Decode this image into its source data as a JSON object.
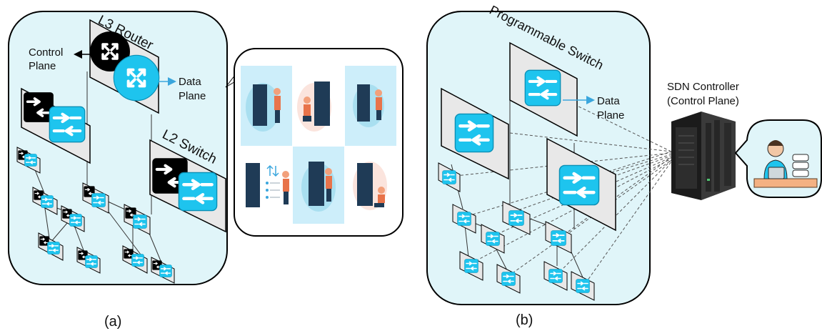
{
  "panel_a": {
    "router_label": "L3 Router",
    "switch_label": "L2 Switch",
    "control_plane_line1": "Control",
    "control_plane_line2": "Plane",
    "data_plane_line1": "Data",
    "data_plane_line2": "Plane",
    "caption": "(a)"
  },
  "panel_b": {
    "switch_label": "Programmable Switch",
    "data_plane_line1": "Data",
    "data_plane_line2": "Plane",
    "controller_line1": "SDN Controller",
    "controller_line2": "(Control Plane)",
    "caption": "(b)"
  },
  "colors": {
    "panel_fill": "#e0f5f9",
    "cyan": "#1ec4ee",
    "card_fill": "#e8e8e8",
    "callout_fill": "#dff4fa",
    "server_dark": "#2a2a2a",
    "arrow_blue": "#3aa6dd"
  }
}
